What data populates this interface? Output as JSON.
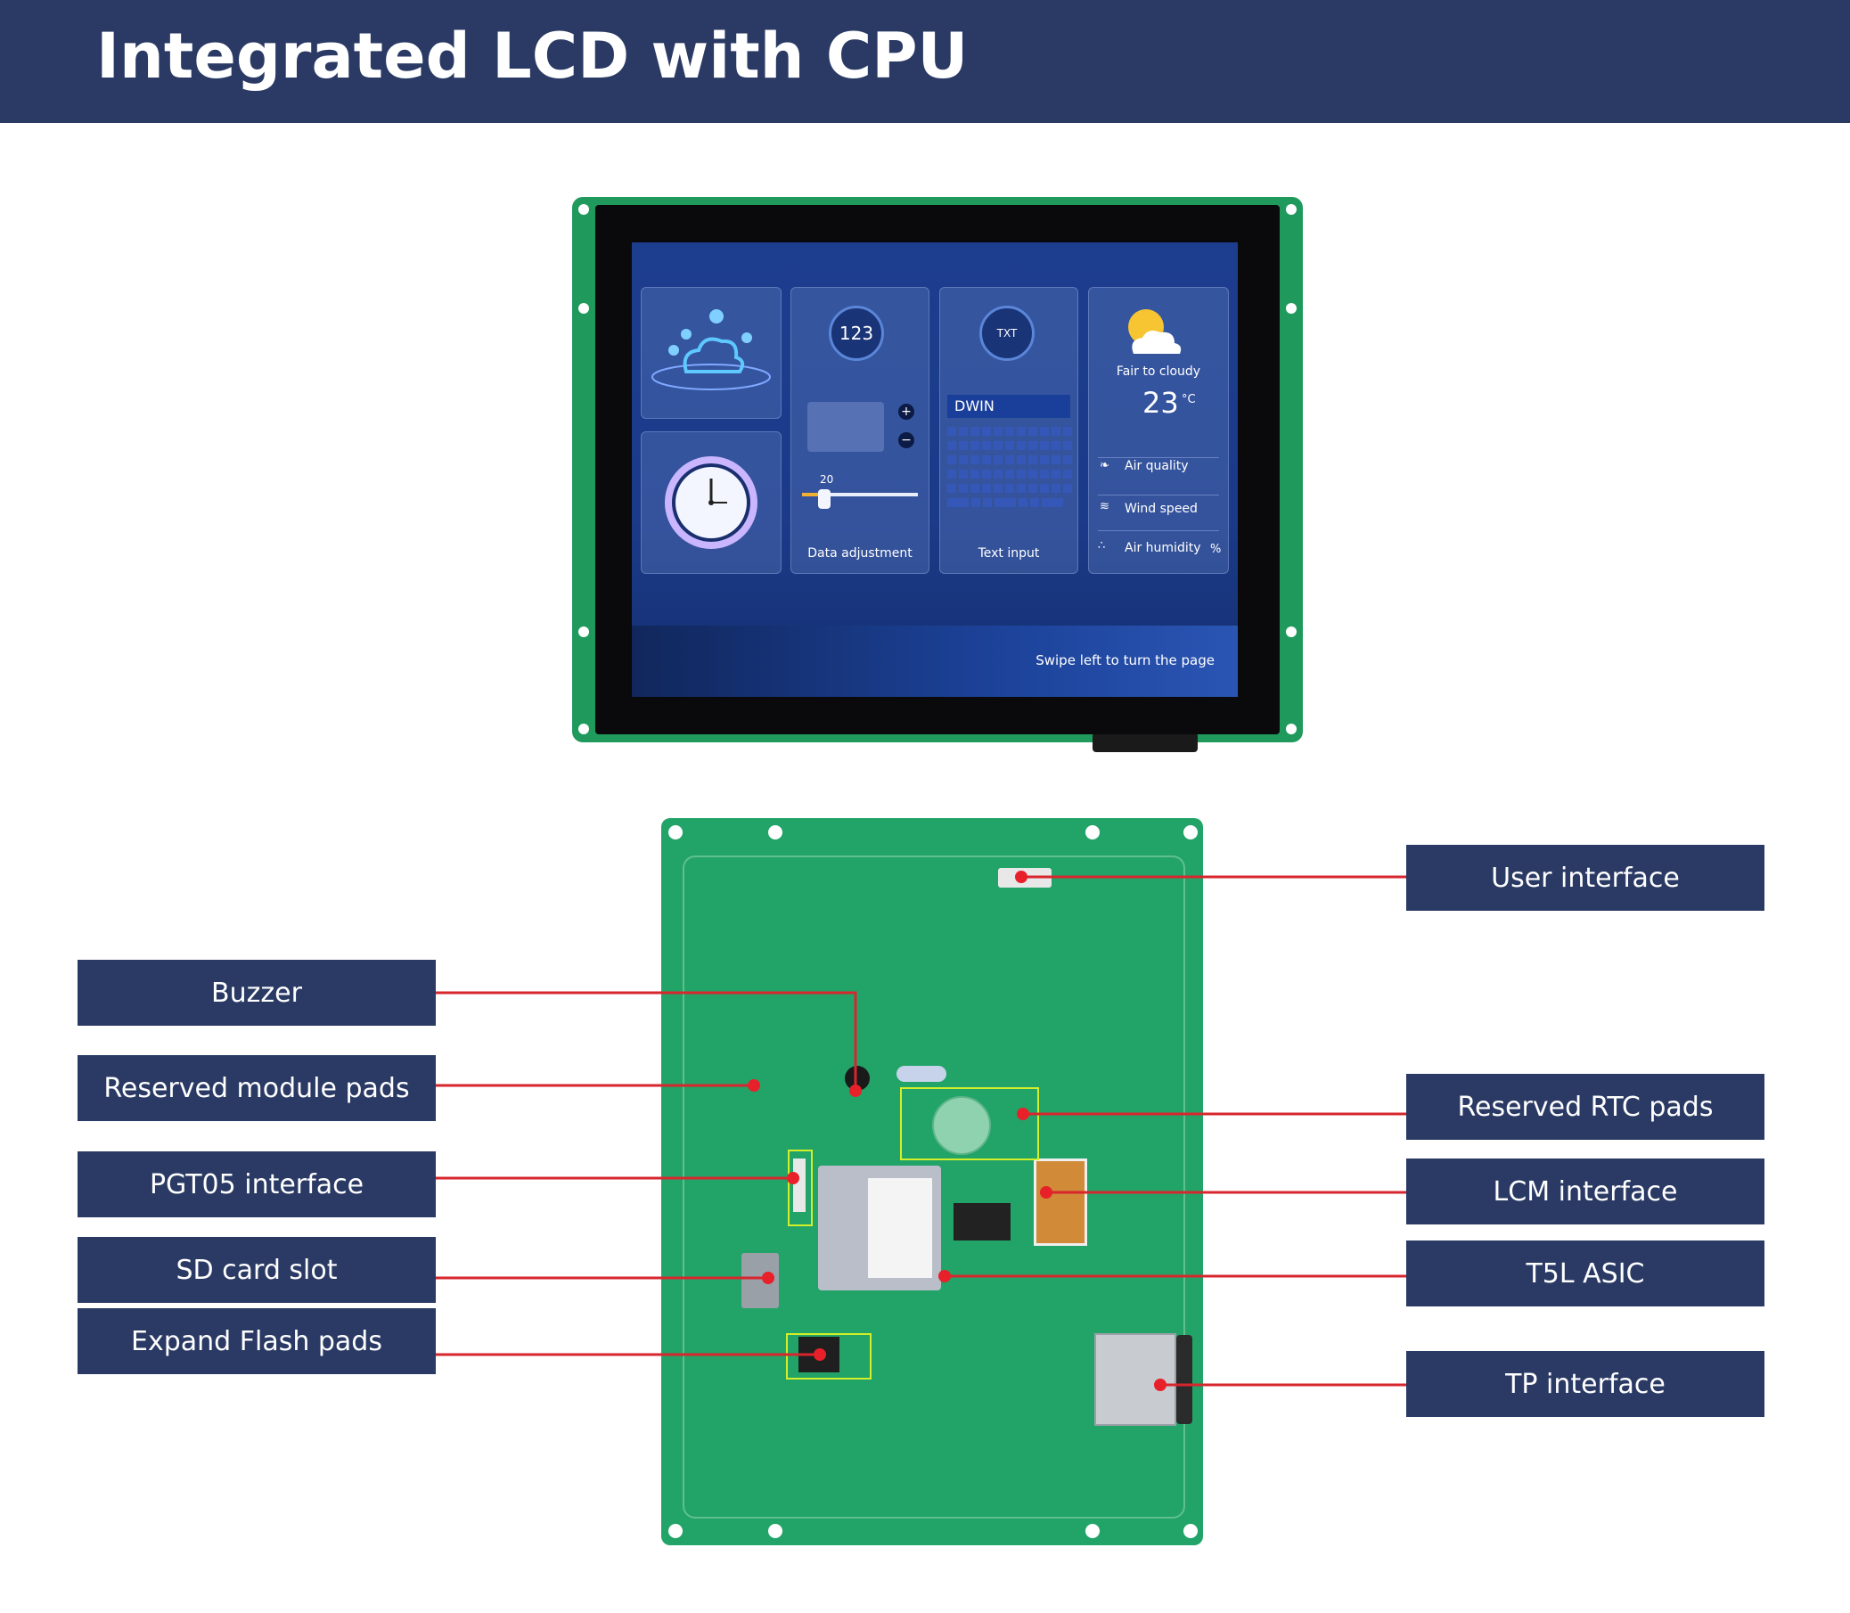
{
  "header": {
    "title": "Integrated LCD with CPU"
  },
  "screen": {
    "cards": {
      "data_adjustment": {
        "badge": "123",
        "slider_value": "20",
        "label": "Data adjustment"
      },
      "text_input": {
        "badge": "TXT",
        "input_value": "DWIN",
        "label": "Text input"
      },
      "weather": {
        "condition": "Fair to cloudy",
        "temperature": "23",
        "unit": "°C",
        "rows": [
          "Air quality",
          "Wind speed",
          "Air humidity"
        ],
        "humidity_unit": "%"
      }
    },
    "footer_text": "Swipe left to turn the page"
  },
  "callouts": {
    "left": [
      "Buzzer",
      "Reserved module pads",
      "PGT05 interface",
      "SD card slot",
      "Expand Flash pads"
    ],
    "right": [
      "User interface",
      "Reserved RTC pads",
      "LCM interface",
      "T5L ASIC",
      "TP interface"
    ]
  },
  "colors": {
    "banner": "#2a3a64",
    "pcb": "#22a468",
    "leader_line": "#d7262e",
    "highlight": "#d4ef2a"
  }
}
